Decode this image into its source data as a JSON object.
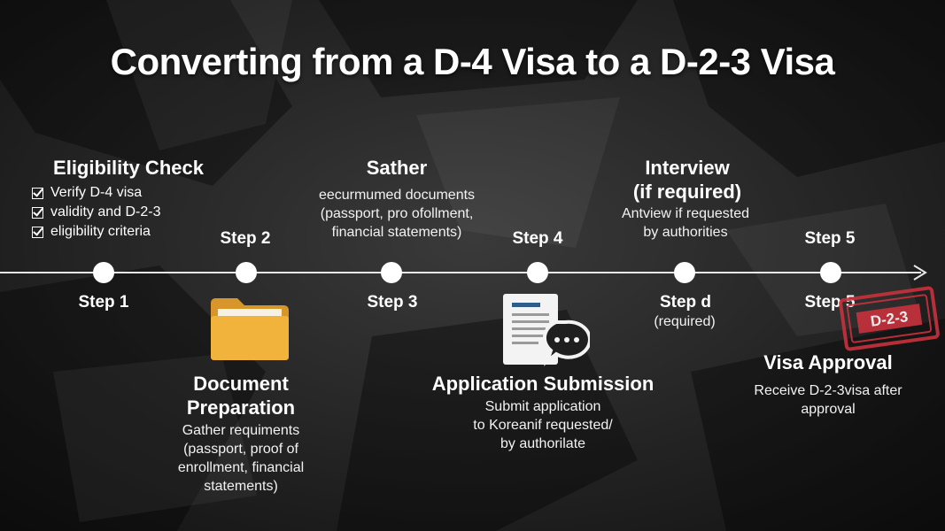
{
  "title": "Converting from a D-4 Visa to a D-2-3 Visa",
  "steps": {
    "eligibility": {
      "heading": "Eligibility Check",
      "items": [
        "Verify D-4 visa",
        "validity and D-2-3",
        "eligibility criteria"
      ],
      "step_label": "Step 1"
    },
    "document_preparation": {
      "upper_label": "Step 2",
      "heading_line1": "Document",
      "heading_line2": "Preparation",
      "desc": [
        "Gather requiments",
        "(passport, proof of",
        "enrollment, financial",
        "statements)"
      ]
    },
    "gather": {
      "heading": "Sather",
      "desc": [
        "eecurmumed documents",
        "(passport, pro ofollment,",
        "financial statements)"
      ],
      "step_label": "Step 3"
    },
    "application": {
      "upper_label": "Step 4",
      "heading": "Application Submission",
      "desc": [
        "Submit application",
        "to Koreanif requested/",
        "by authorilate"
      ]
    },
    "interview": {
      "heading_line1": "Interview",
      "heading_line2": "(if required)",
      "desc": [
        "Antview if requested",
        "by authorities"
      ],
      "step_label": "Step d",
      "step_sub": "(required)"
    },
    "approval": {
      "upper_label": "Step 5",
      "step_label": "Step 5",
      "heading": "Visa Approval",
      "desc": [
        "Receive D-2-3visa after",
        "approval"
      ],
      "stamp_text": "D-2-3"
    }
  },
  "colors": {
    "folder": "#f2b33d",
    "folder_dark": "#d8962a",
    "stamp": "#c8323c",
    "timeline": "#e8e8e8"
  }
}
